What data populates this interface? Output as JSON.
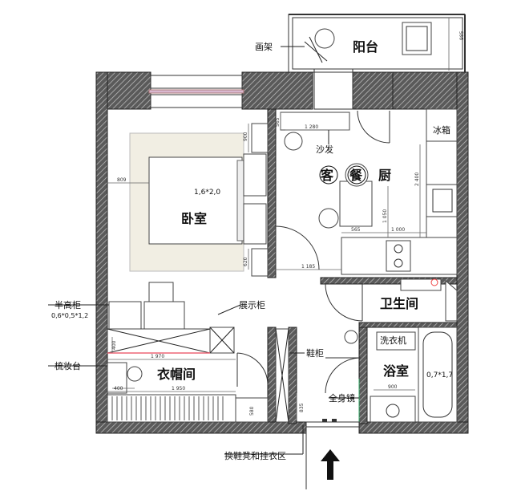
{
  "rooms": {
    "balcony": "阳台",
    "bedroom": "卧室",
    "living": "客",
    "dining": "餐",
    "kitchen": "厨",
    "wc": "卫生间",
    "bath": "浴室",
    "wardrobe": "衣帽间"
  },
  "notes": {
    "rack": "画架",
    "sofa": "沙发",
    "fridge": "冰箱",
    "half_cabinet": "半高柜",
    "half_cabinet_size": "0,6*0,5*1,2",
    "display_cabinet": "展示柜",
    "dresser": "梳妆台",
    "shoe_cabinet": "鞋柜",
    "washer": "洗衣机",
    "mirror": "全身镜",
    "entry": "换鞋凳和挂衣区",
    "bed_size": "1,6*2,0",
    "tub_size": "0,7*1,7"
  },
  "dims": {
    "d985": "985",
    "d565a": "565",
    "d1280": "1 280",
    "d809": "809",
    "d900a": "900",
    "d2400": "2 400",
    "d1050": "1 050",
    "d565b": "565",
    "d1000": "1 000",
    "d620": "620",
    "d1185": "1 185",
    "d400a": "400",
    "d1970": "1 970",
    "d400b": "400",
    "d1950": "1 950",
    "d580": "580",
    "d835": "835",
    "d900b": "900"
  }
}
